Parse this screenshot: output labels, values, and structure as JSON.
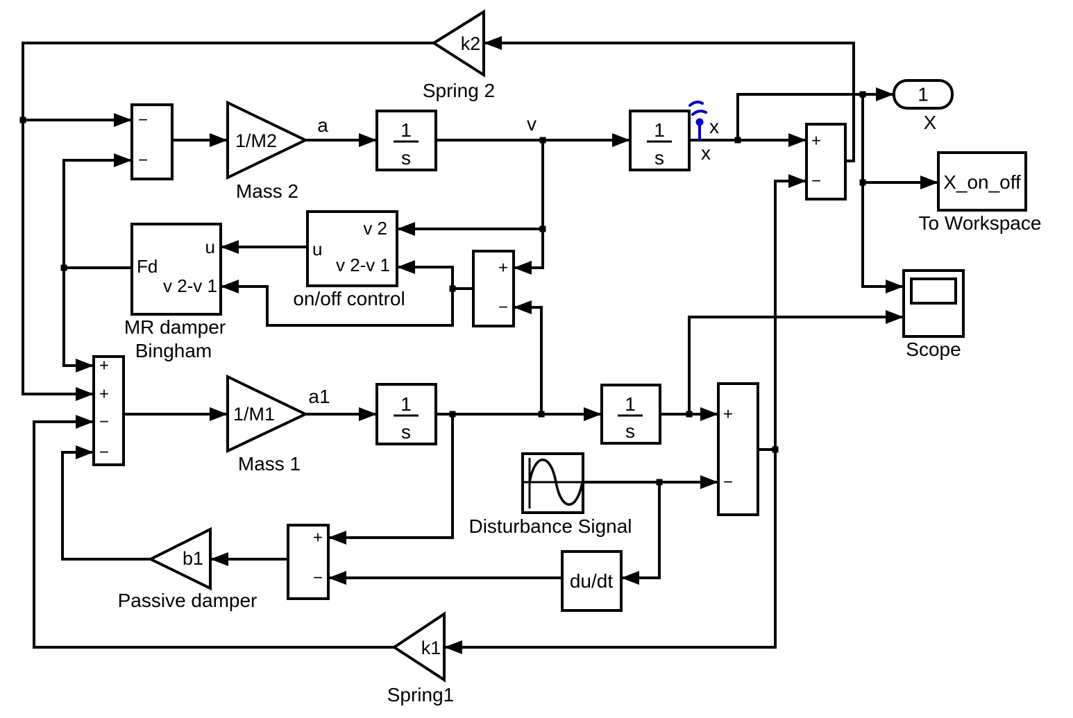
{
  "signals": {
    "a": "a",
    "v": "v",
    "a1": "a1",
    "x_marker": "x",
    "x_below": "x"
  },
  "signs": {
    "plus": "+",
    "minus": "−"
  },
  "integrator": {
    "num": "1",
    "den": "s"
  },
  "blocks": {
    "spring2": {
      "gain": "k2",
      "label": "Spring 2"
    },
    "mass2": {
      "gain": "1/M2",
      "label": "Mass 2"
    },
    "mass1": {
      "gain": "1/M1",
      "label": "Mass 1"
    },
    "spring1": {
      "gain": "k1",
      "label": "Spring1"
    },
    "passive_damper": {
      "gain": "b1",
      "label": "Passive damper"
    },
    "mr_damper": {
      "port_u": "u",
      "port_fd": "Fd",
      "port_v2v1": "v 2-v 1",
      "label_line1": "MR damper",
      "label_line2": "Bingham"
    },
    "onoff": {
      "port_v2": "v 2",
      "port_u": "u",
      "port_v2v1": "v 2-v 1",
      "label": "on/off control"
    },
    "outport": {
      "value": "1",
      "label": "X"
    },
    "to_workspace": {
      "value": "X_on_off",
      "label": "To Workspace"
    },
    "scope": {
      "label": "Scope"
    },
    "disturbance": {
      "label": "Disturbance Signal"
    },
    "derivative": {
      "value": "du/dt"
    }
  }
}
